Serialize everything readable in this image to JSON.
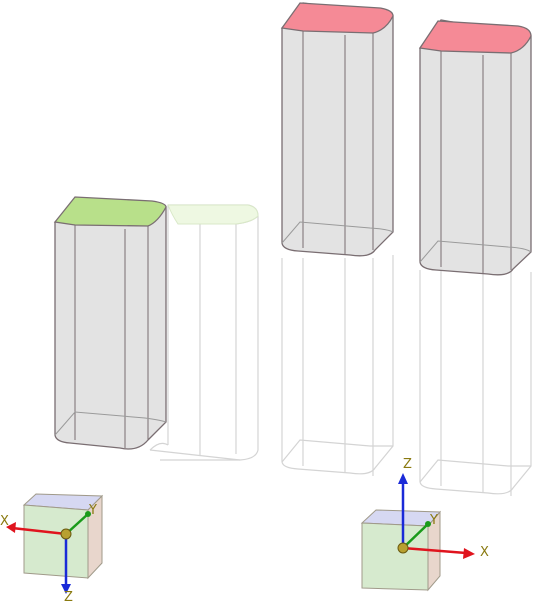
{
  "colors": {
    "selected_top_green": "#b8e08a",
    "selected_top_red": "#f58a96",
    "ghost_top_green": "#eef8e2",
    "solid_face": "#d9d9d9",
    "outline_dark": "#7a6e72",
    "outline_ghost": "#cfcfcf",
    "axis_x": "#e0141e",
    "axis_y": "#1a9a1a",
    "axis_z": "#1a2ad8",
    "axis_label": "#8a7a10",
    "cube_face_left": "#e8d6cc",
    "cube_face_front": "#cfe6c6",
    "cube_face_top": "#d6d8f2"
  },
  "icons": {
    "gizmo_left": "view-orientation-cube-icon",
    "gizmo_right": "view-orientation-cube-icon"
  },
  "gizmo_left": {
    "x_label": "X",
    "y_label": "Y",
    "z_label": "Z"
  },
  "gizmo_right": {
    "x_label": "X",
    "y_label": "Y",
    "z_label": "Z"
  }
}
